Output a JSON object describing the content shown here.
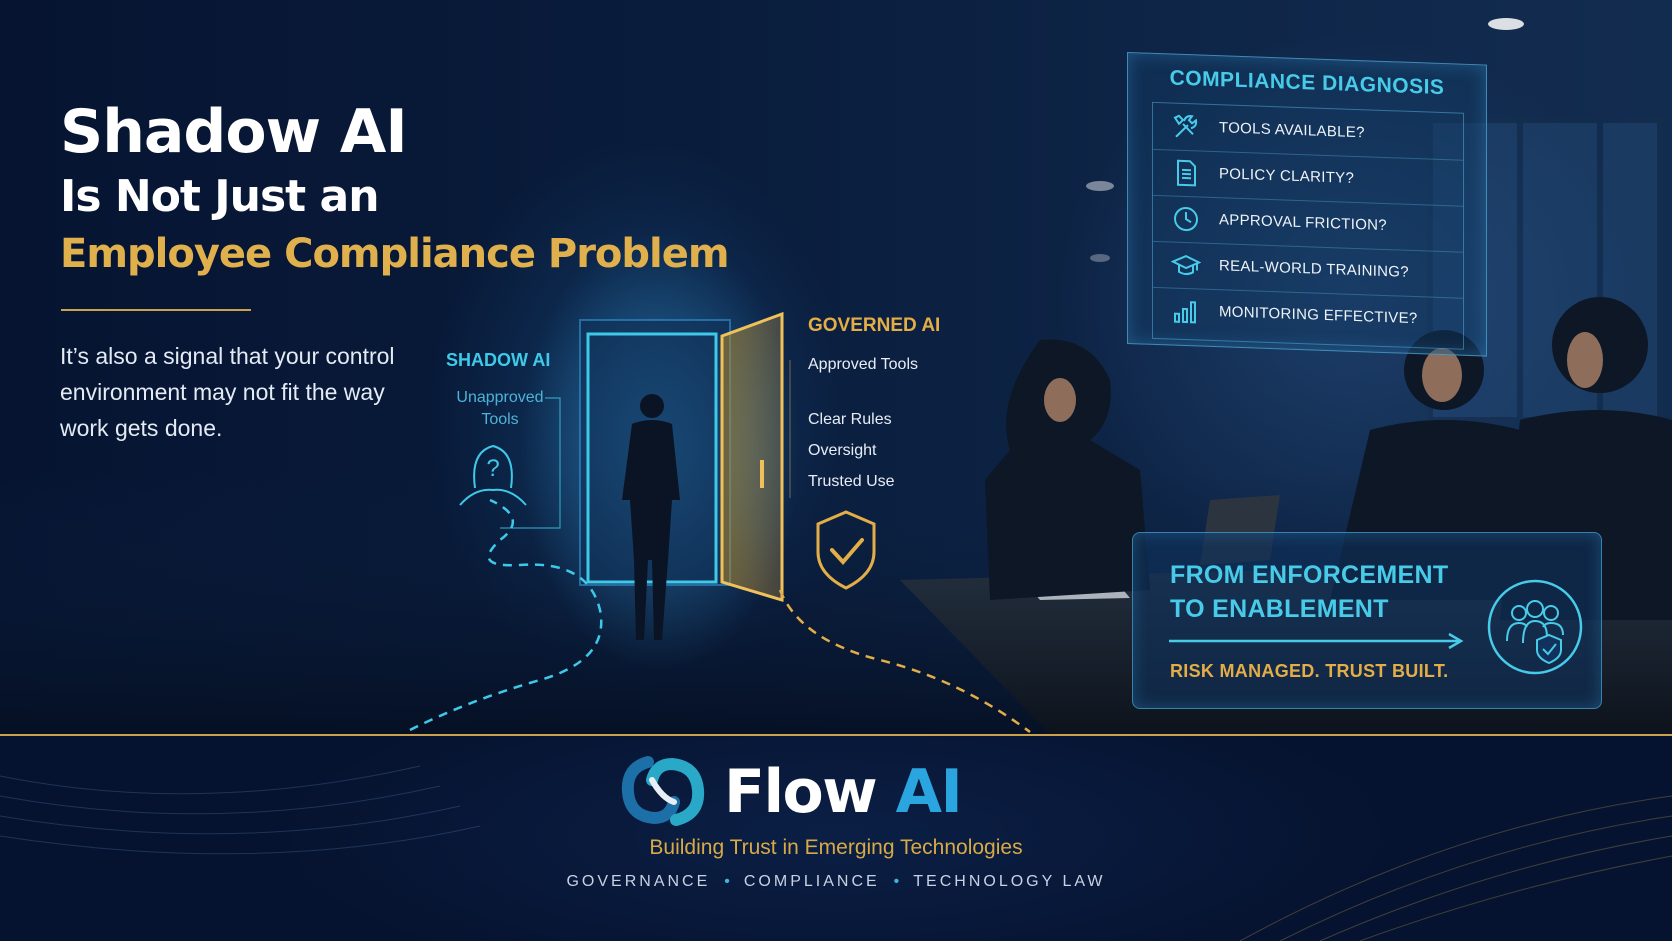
{
  "hero": {
    "title_line1": "Shadow AI",
    "title_line2": "Is Not Just an",
    "title_line3": "Employee Compliance Problem",
    "subtext": "It’s also a signal that your control environment may not fit the way work gets done."
  },
  "shadow_path": {
    "label": "SHADOW AI",
    "sub": "Unapproved Tools"
  },
  "governed_path": {
    "label": "GOVERNED AI",
    "items": [
      "Approved Tools",
      "Clear Rules",
      "Oversight",
      "Trusted Use"
    ]
  },
  "diagnosis": {
    "title": "COMPLIANCE DIAGNOSIS",
    "items": [
      {
        "label": "TOOLS AVAILABLE?",
        "icon": "tools-icon"
      },
      {
        "label": "POLICY CLARITY?",
        "icon": "document-icon"
      },
      {
        "label": "APPROVAL FRICTION?",
        "icon": "clock-icon"
      },
      {
        "label": "REAL-WORLD TRAINING?",
        "icon": "graduation-cap-icon"
      },
      {
        "label": "MONITORING EFFECTIVE?",
        "icon": "bar-chart-icon"
      }
    ]
  },
  "enablement": {
    "title": "FROM ENFORCEMENT TO ENABLEMENT",
    "tagline": "RISK MANAGED. TRUST BUILT."
  },
  "brand": {
    "name_part1": "Flow",
    "name_part2": "AI",
    "tagline": "Building Trust in Emerging Technologies",
    "pillars": [
      "GOVERNANCE",
      "COMPLIANCE",
      "TECHNOLOGY LAW"
    ]
  },
  "colors": {
    "navy": "#07142e",
    "gold": "#e0b04d",
    "cyan": "#47cbe9",
    "brand_blue": "#2ba5e0"
  }
}
